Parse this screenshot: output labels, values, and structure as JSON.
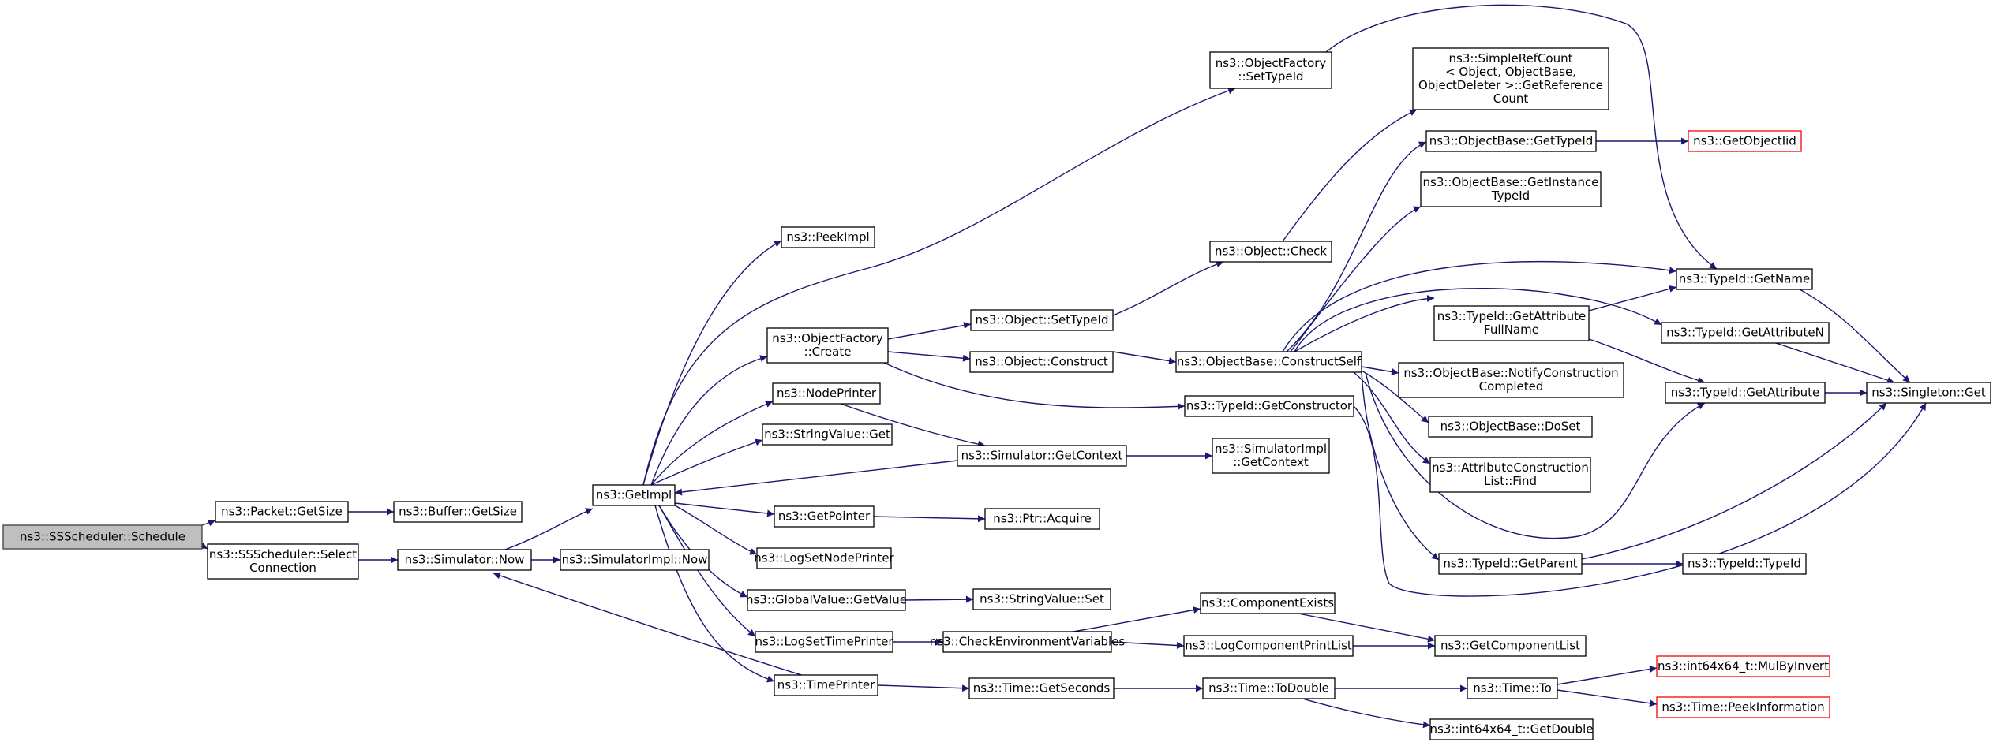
{
  "nodes": {
    "ss_schedule": {
      "lines": [
        "ns3::SSScheduler::Schedule"
      ],
      "kind": "root"
    },
    "packet_getsize": {
      "lines": [
        "ns3::Packet::GetSize"
      ]
    },
    "buffer_getsize": {
      "lines": [
        "ns3::Buffer::GetSize"
      ]
    },
    "ss_selectconn": {
      "lines": [
        "ns3::SSScheduler::Select",
        "Connection"
      ]
    },
    "sim_now": {
      "lines": [
        "ns3::Simulator::Now"
      ]
    },
    "simimpl_now": {
      "lines": [
        "ns3::SimulatorImpl::Now"
      ]
    },
    "getimpl": {
      "lines": [
        "ns3::GetImpl"
      ]
    },
    "peekimpl": {
      "lines": [
        "ns3::PeekImpl"
      ]
    },
    "of_settypeid": {
      "lines": [
        "ns3::ObjectFactory",
        "::SetTypeId"
      ]
    },
    "of_create": {
      "lines": [
        "ns3::ObjectFactory",
        "::Create"
      ]
    },
    "nodeprinter": {
      "lines": [
        "ns3::NodePrinter"
      ]
    },
    "stringvalue_get": {
      "lines": [
        "ns3::StringValue::Get"
      ]
    },
    "getpointer": {
      "lines": [
        "ns3::GetPointer"
      ]
    },
    "logsetnodeprinter": {
      "lines": [
        "ns3::LogSetNodePrinter"
      ]
    },
    "globalvalue_getvalue": {
      "lines": [
        "ns3::GlobalValue::GetValue"
      ]
    },
    "logsettimeprinter": {
      "lines": [
        "ns3::LogSetTimePrinter"
      ]
    },
    "timeprinter": {
      "lines": [
        "ns3::TimePrinter"
      ]
    },
    "object_settypeid": {
      "lines": [
        "ns3::Object::SetTypeId"
      ]
    },
    "object_construct": {
      "lines": [
        "ns3::Object::Construct"
      ]
    },
    "object_check": {
      "lines": [
        "ns3::Object::Check"
      ]
    },
    "sim_getcontext": {
      "lines": [
        "ns3::Simulator::GetContext"
      ]
    },
    "ptr_acquire": {
      "lines": [
        "ns3::Ptr::Acquire"
      ]
    },
    "stringvalue_set": {
      "lines": [
        "ns3::StringValue::Set"
      ]
    },
    "checkenv": {
      "lines": [
        "ns3::CheckEnvironmentVariables"
      ]
    },
    "time_getseconds": {
      "lines": [
        "ns3::Time::GetSeconds"
      ]
    },
    "simplerefcount": {
      "lines": [
        "ns3::SimpleRefCount",
        "< Object, ObjectBase,",
        "ObjectDeleter >::GetReference",
        "Count"
      ]
    },
    "objectbase_constructself": {
      "lines": [
        "ns3::ObjectBase::ConstructSelf"
      ]
    },
    "typeid_getconstructor": {
      "lines": [
        "ns3::TypeId::GetConstructor"
      ]
    },
    "simimpl_getcontext": {
      "lines": [
        "ns3::SimulatorImpl",
        "::GetContext"
      ]
    },
    "componentexists": {
      "lines": [
        "ns3::ComponentExists"
      ]
    },
    "logcomponentprintlist": {
      "lines": [
        "ns3::LogComponentPrintList"
      ]
    },
    "time_todouble": {
      "lines": [
        "ns3::Time::ToDouble"
      ]
    },
    "objectbase_gettypeid": {
      "lines": [
        "ns3::ObjectBase::GetTypeId"
      ]
    },
    "objectbase_getinstancetypeid": {
      "lines": [
        "ns3::ObjectBase::GetInstance",
        "TypeId"
      ]
    },
    "typeid_getattributefullname": {
      "lines": [
        "ns3::TypeId::GetAttribute",
        "FullName"
      ]
    },
    "objectbase_notify": {
      "lines": [
        "ns3::ObjectBase::NotifyConstruction",
        "Completed"
      ]
    },
    "objectbase_doset": {
      "lines": [
        "ns3::ObjectBase::DoSet"
      ]
    },
    "attrconstructionlist_find": {
      "lines": [
        "ns3::AttributeConstruction",
        "List::Find"
      ]
    },
    "typeid_getparent": {
      "lines": [
        "ns3::TypeId::GetParent"
      ]
    },
    "getcomponentlist": {
      "lines": [
        "ns3::GetComponentList"
      ]
    },
    "time_to": {
      "lines": [
        "ns3::Time::To"
      ]
    },
    "int64_getdouble": {
      "lines": [
        "ns3::int64x64_t::GetDouble"
      ]
    },
    "getobjectiid": {
      "lines": [
        "ns3::GetObjectIid"
      ],
      "kind": "ext"
    },
    "typeid_getname": {
      "lines": [
        "ns3::TypeId::GetName"
      ]
    },
    "typeid_getattributen": {
      "lines": [
        "ns3::TypeId::GetAttributeN"
      ]
    },
    "typeid_getattribute": {
      "lines": [
        "ns3::TypeId::GetAttribute"
      ]
    },
    "typeid_typeid": {
      "lines": [
        "ns3::TypeId::TypeId"
      ]
    },
    "int64_mulbyinvert": {
      "lines": [
        "ns3::int64x64_t::MulByInvert"
      ],
      "kind": "ext"
    },
    "time_peekinformation": {
      "lines": [
        "ns3::Time::PeekInformation"
      ],
      "kind": "ext"
    },
    "singleton_get": {
      "lines": [
        "ns3::Singleton::Get"
      ]
    }
  },
  "colors": {
    "edge": "#191970",
    "root_fill": "#bfbfbf",
    "external_border": "#ff0000",
    "box_border": "#000000"
  }
}
